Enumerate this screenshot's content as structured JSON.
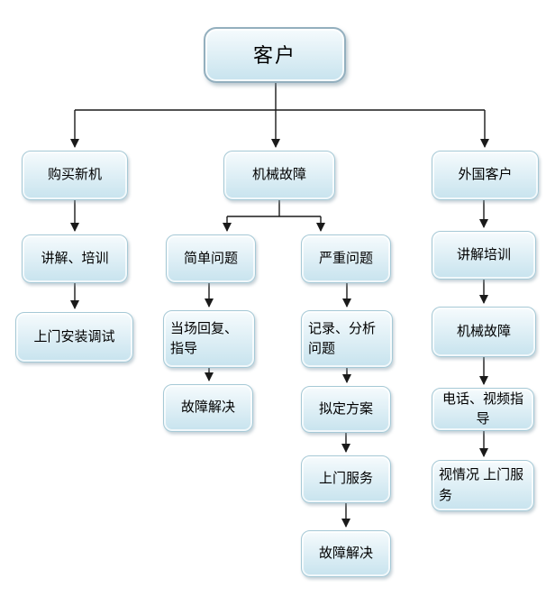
{
  "colors": {
    "background": "#ffffff",
    "box_fill_top": "#f6fbfd",
    "box_fill_bottom": "#c7e3ee",
    "box_border": "#a6c9d6",
    "title_border": "#93afbe",
    "connector": "#1a1a1a",
    "text": "#000000"
  },
  "nodes": {
    "kehu": "客户",
    "goumai_xinji": "购买新机",
    "jixie_guzhang": "机械故障",
    "waiguo_kehu": "外国客户",
    "jiangjie_peixun": "讲解、培训",
    "jiandan_wenti": "简单问题",
    "yanzhong_wenti": "严重问题",
    "jiangjie_peixun_2": "讲解培训",
    "shangmen_anzhuang_tiaoshi": "上门安装调试",
    "dangchang_huifu_zhidao": "当场回复、指导",
    "jilu_fenxi_wenti": "记录、分析问题",
    "jixie_guzhang_2": "机械故障",
    "guzhang_jiejue_1": "故障解决",
    "niding_fangan": "拟定方案",
    "dianhua_shipin_zhidao": "电话、视频指导",
    "shangmen_fuwu": "上门服务",
    "shiqingkuang_shangmen_fuwu": "视情况 上门服务",
    "guzhang_jiejue_2": "故障解决"
  },
  "flow": [
    {
      "from": "客户",
      "to": "购买新机"
    },
    {
      "from": "客户",
      "to": "机械故障"
    },
    {
      "from": "客户",
      "to": "外国客户"
    },
    {
      "from": "购买新机",
      "to": "讲解、培训"
    },
    {
      "from": "讲解、培训",
      "to": "上门安装调试"
    },
    {
      "from": "机械故障",
      "to": "简单问题"
    },
    {
      "from": "机械故障",
      "to": "严重问题"
    },
    {
      "from": "简单问题",
      "to": "当场回复、指导"
    },
    {
      "from": "当场回复、指导",
      "to": "故障解决"
    },
    {
      "from": "严重问题",
      "to": "记录、分析问题"
    },
    {
      "from": "记录、分析问题",
      "to": "拟定方案"
    },
    {
      "from": "拟定方案",
      "to": "上门服务"
    },
    {
      "from": "上门服务",
      "to": "故障解决"
    },
    {
      "from": "外国客户",
      "to": "讲解培训"
    },
    {
      "from": "讲解培训",
      "to": "机械故障"
    },
    {
      "from": "机械故障",
      "to": "电话、视频指导"
    },
    {
      "from": "电话、视频指导",
      "to": "视情况 上门服务"
    }
  ]
}
